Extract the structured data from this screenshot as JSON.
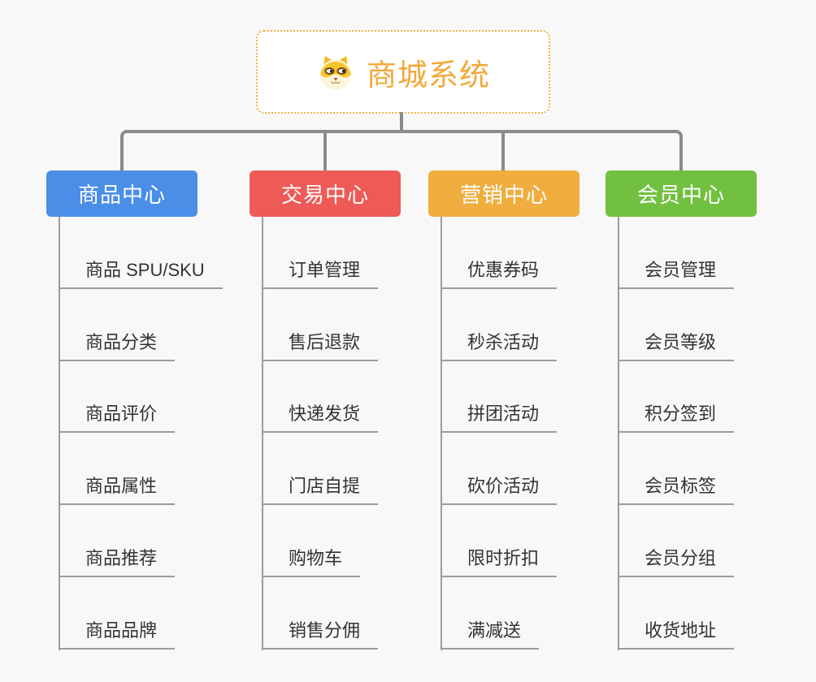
{
  "root": {
    "title": "商城系统",
    "icon": "shiba-dog-icon"
  },
  "columns": [
    {
      "header": {
        "label": "商品中心",
        "color": "#4A8EE8"
      },
      "items": [
        "商品 SPU/SKU",
        "商品分类",
        "商品评价",
        "商品属性",
        "商品推荐",
        "商品品牌"
      ]
    },
    {
      "header": {
        "label": "交易中心",
        "color": "#EE5A55"
      },
      "items": [
        "订单管理",
        "售后退款",
        "快递发货",
        "门店自提",
        "购物车",
        "销售分佣"
      ]
    },
    {
      "header": {
        "label": "营销中心",
        "color": "#EFAE3E"
      },
      "items": [
        "优惠券码",
        "秒杀活动",
        "拼团活动",
        "砍价活动",
        "限时折扣",
        "满减送"
      ]
    },
    {
      "header": {
        "label": "会员中心",
        "color": "#72C040"
      },
      "items": [
        "会员管理",
        "会员等级",
        "积分签到",
        "会员标签",
        "会员分组",
        "收货地址"
      ]
    }
  ],
  "colors": {
    "root_title": "#F2A93B",
    "root_border": "#F2B04A",
    "connector": "#8A8A8A",
    "underline": "#9C9C9C",
    "item_text": "#333333",
    "background": "#F8F8F8",
    "branch_text": "#FFFFFF"
  }
}
